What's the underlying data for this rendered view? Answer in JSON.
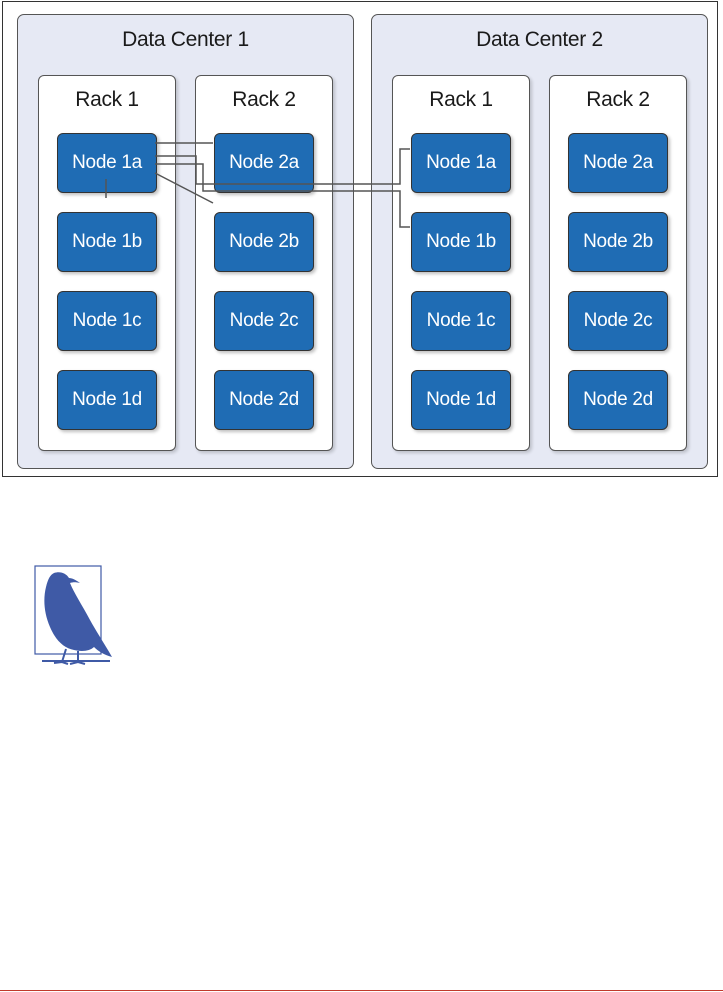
{
  "colors": {
    "datacenter_fill": "#e6e9f4",
    "node_fill": "#1f6cb4",
    "link": "#555555",
    "bird": "#3f5aa6",
    "footer_rule": "#c0392b"
  },
  "datacenters": [
    {
      "title": "Data Center 1",
      "racks": [
        {
          "title": "Rack 1",
          "nodes": [
            "Node 1a",
            "Node 1b",
            "Node 1c",
            "Node 1d"
          ]
        },
        {
          "title": "Rack 2",
          "nodes": [
            "Node 2a",
            "Node 2b",
            "Node 2c",
            "Node 2d"
          ]
        }
      ]
    },
    {
      "title": "Data Center 2",
      "racks": [
        {
          "title": "Rack 1",
          "nodes": [
            "Node 1a",
            "Node 1b",
            "Node 1c",
            "Node 1d"
          ]
        },
        {
          "title": "Rack 2",
          "nodes": [
            "Node 2a",
            "Node 2b",
            "Node 2c",
            "Node 2d"
          ]
        }
      ]
    }
  ],
  "note_icon": "crow-icon"
}
